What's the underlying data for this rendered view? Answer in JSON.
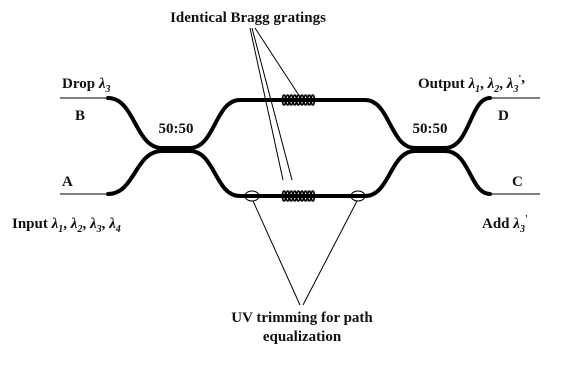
{
  "labels": {
    "bragg_title": "Identical Bragg gratings",
    "uv_line1": "UV trimming for path",
    "uv_line2": "equalization",
    "port_b": "B",
    "port_a": "A",
    "port_d": "D",
    "port_c": "C",
    "coupler_left": "50:50",
    "coupler_right": "50:50",
    "drop_prefix": "Drop ",
    "drop_lambda": "λ",
    "drop_sub": "3",
    "input_prefix": "Input ",
    "input_lambdas": [
      {
        "sym": "λ",
        "sub": "1",
        "sep": ", "
      },
      {
        "sym": "λ",
        "sub": "2",
        "sep": ", "
      },
      {
        "sym": "λ",
        "sub": "3",
        "sep": ", "
      },
      {
        "sym": "λ",
        "sub": "4",
        "sep": ""
      }
    ],
    "output_prefix": "Output ",
    "output_lambdas": [
      {
        "sym": "λ",
        "sub": "1",
        "sep": ", "
      },
      {
        "sym": "λ",
        "sub": "2",
        "sep": ", "
      },
      {
        "sym": "λ",
        "sub": "3",
        "sep": "",
        "prime": "'"
      }
    ],
    "output_tail": ",",
    "add_prefix": "Add ",
    "add_lambda": "λ",
    "add_sub": "3",
    "add_prime": "'"
  },
  "colors": {
    "ink": "#000000",
    "text": "#111111",
    "background": "#ffffff"
  }
}
